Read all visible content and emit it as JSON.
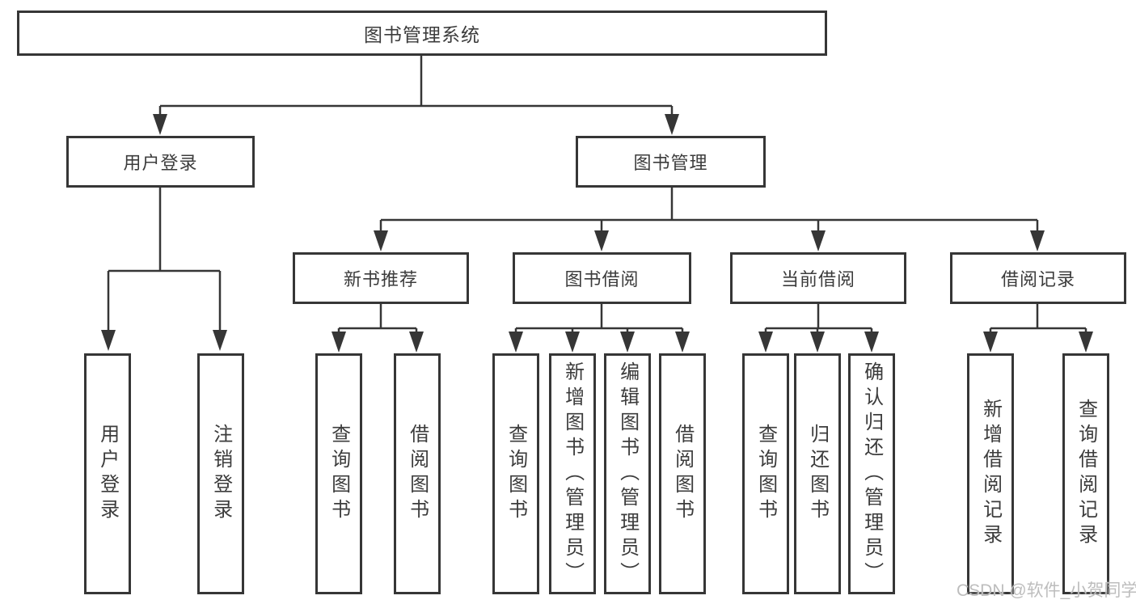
{
  "diagram": {
    "root": "图书管理系统",
    "level2": {
      "user_login": "用户登录",
      "book_mgmt": "图书管理"
    },
    "level3": {
      "new_book_rec": "新书推荐",
      "book_borrow": "图书借阅",
      "current_borrow": "当前借阅",
      "borrow_records": "借阅记录"
    },
    "leaves": {
      "user": [
        "用户登录",
        "注销登录"
      ],
      "new_book": [
        "查询图书",
        "借阅图书"
      ],
      "borrow": [
        "查询图书",
        "新增图书（管理员）",
        "编辑图书（管理员）",
        "借阅图书"
      ],
      "current": [
        "查询图书",
        "归还图书",
        "确认归还（管理员）"
      ],
      "records": [
        "新增借阅记录",
        "查询借阅记录"
      ]
    }
  },
  "watermark": "CSDN @软件_小贺同学",
  "colors": {
    "line": "#363636",
    "text": "#3c3c3c",
    "watermark": "#bdbdbd",
    "background": "#ffffff"
  }
}
